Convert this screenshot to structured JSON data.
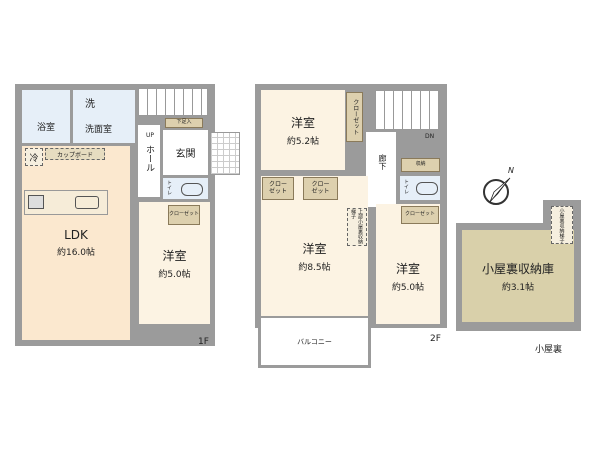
{
  "floor_1": {
    "label": "1F",
    "ldk": {
      "name": "LDK",
      "area": "約16.0帖"
    },
    "western_room": {
      "name": "洋室",
      "area": "約5.0帖"
    },
    "bathroom": "浴室",
    "washroom": "洗面室",
    "washer": "洗",
    "fridge": "冷",
    "cupboard": "カップボード",
    "hall": "ホール",
    "entrance": "玄関",
    "shoe_storage": "下足入",
    "toilet": "トイレ",
    "closet": "クローゼット",
    "stairs_up": "UP"
  },
  "floor_2": {
    "label": "2F",
    "room_north": {
      "name": "洋室",
      "area": "約5.2帖"
    },
    "room_center": {
      "name": "洋室",
      "area": "約8.5帖"
    },
    "room_east": {
      "name": "洋室",
      "area": "約5.0帖"
    },
    "closet_vertical": "クローゼット",
    "closet_a": "クローゼット",
    "closet_b": "クローゼット",
    "closet_east": "クローゼット",
    "storage": "収納",
    "toilet": "トイレ",
    "corridor": "廊下",
    "stairs_down": "DN",
    "attic_ladder": "上部小屋裏収納梯子",
    "balcony": "バルコニー"
  },
  "attic": {
    "label": "小屋裏",
    "storage": {
      "name": "小屋裏収納庫",
      "area": "約3.1帖"
    },
    "ladder": "小屋裏収納梯子"
  },
  "compass": {
    "north": "N"
  }
}
